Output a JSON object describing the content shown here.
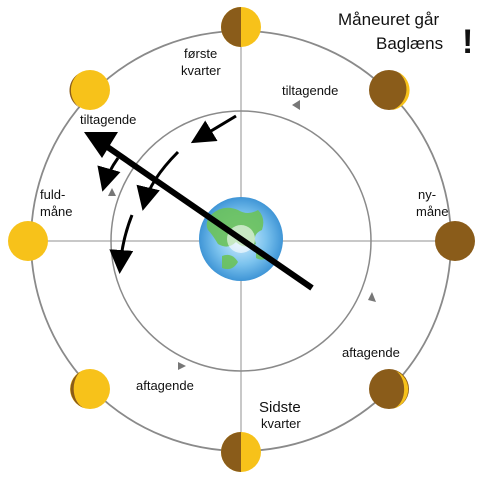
{
  "title": {
    "line1": "Måneuret går",
    "line2": "Baglæns",
    "mark": "!"
  },
  "labels": {
    "forste_kvarter": [
      "første",
      "kvarter"
    ],
    "fuld_maane": [
      "fuld-",
      "måne"
    ],
    "ny_maane": [
      "ny-",
      "måne"
    ],
    "sidste_kvarter": [
      "Sidste",
      "kvarter"
    ],
    "tiltagende_top": "tiltagende",
    "tiltagende_left": "tiltagende",
    "aftagende_right": "aftagende",
    "aftagende_bottom": "aftagende"
  },
  "colors": {
    "moon_lit": "#f7c21a",
    "moon_dark": "#8a5c1a",
    "orbit": "#8a8a8a",
    "axis": "#b5b5b5",
    "earth_ocean": "#5aaee8",
    "earth_land": "#6cc25a",
    "arrow": "#000000"
  },
  "icons": [
    "moon-phase-icon",
    "earth-icon",
    "direction-arrow-icon"
  ]
}
